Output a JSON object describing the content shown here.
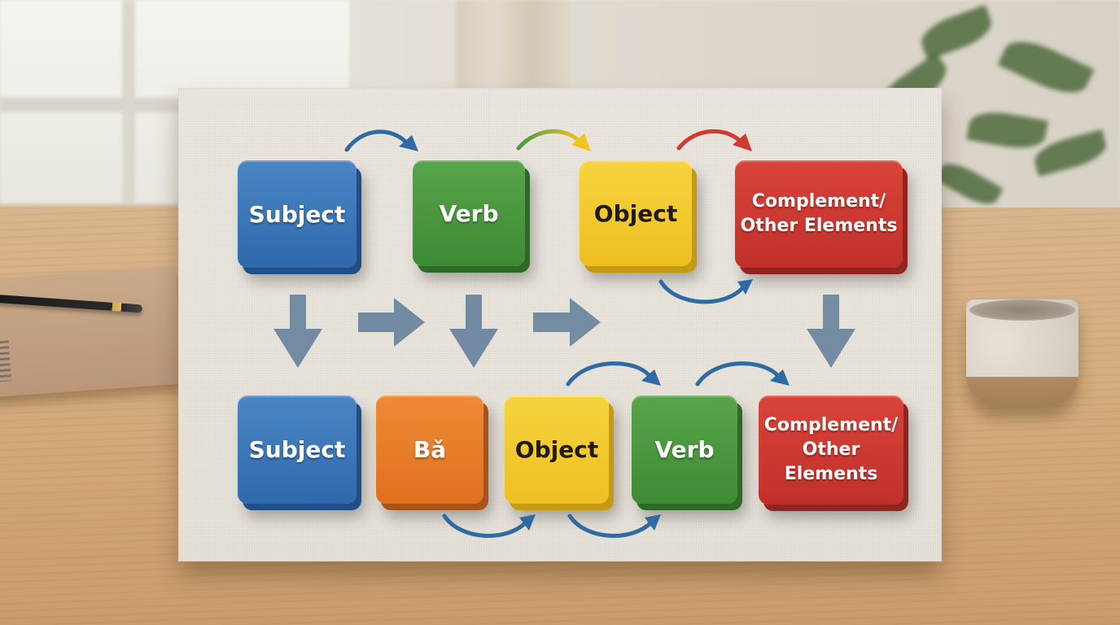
{
  "diagram": {
    "top_row": [
      {
        "label": "Subject",
        "color": "#3a78bb"
      },
      {
        "label": "Verb",
        "color": "#4b9a40"
      },
      {
        "label": "Object",
        "color": "#f2cb30"
      },
      {
        "label": "Complement/\nOther Elements",
        "color": "#cd3a31"
      }
    ],
    "bottom_row": [
      {
        "label": "Subject",
        "color": "#3a78bb"
      },
      {
        "label": "Bǎ",
        "color": "#e87e2a"
      },
      {
        "label": "Object",
        "color": "#f2cb30"
      },
      {
        "label": "Verb",
        "color": "#4b9a40"
      },
      {
        "label": "Complement/\nOther\nElements",
        "color": "#cd3a31"
      }
    ],
    "arrow_colors": {
      "curved_blue": "#2f6aa3",
      "curved_red": "#cf3a31",
      "block_arrow": "#5e7c98"
    }
  }
}
